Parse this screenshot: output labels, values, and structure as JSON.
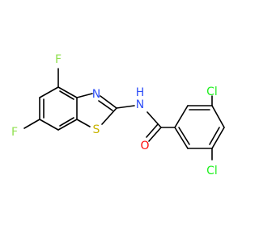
{
  "molecule": {
    "atoms": {
      "fluorine_top": {
        "symbol": "F",
        "color": "#90e050"
      },
      "fluorine_left": {
        "symbol": "F",
        "color": "#90e050"
      },
      "nitrogen_ring": {
        "symbol": "N",
        "color": "#3050f8"
      },
      "sulfur_ring": {
        "symbol": "S",
        "color": "#c8b400"
      },
      "nh_group": {
        "symbol": "N",
        "color": "#3050f8"
      },
      "nh_hydrogen": {
        "symbol": "H",
        "color": "#3050f8"
      },
      "carbonyl_oxygen": {
        "symbol": "O",
        "color": "#ff0d0d"
      },
      "chlorine_top": {
        "symbol": "Cl",
        "color": "#1ff01f"
      },
      "chlorine_bottom": {
        "symbol": "Cl",
        "color": "#1ff01f"
      }
    }
  }
}
